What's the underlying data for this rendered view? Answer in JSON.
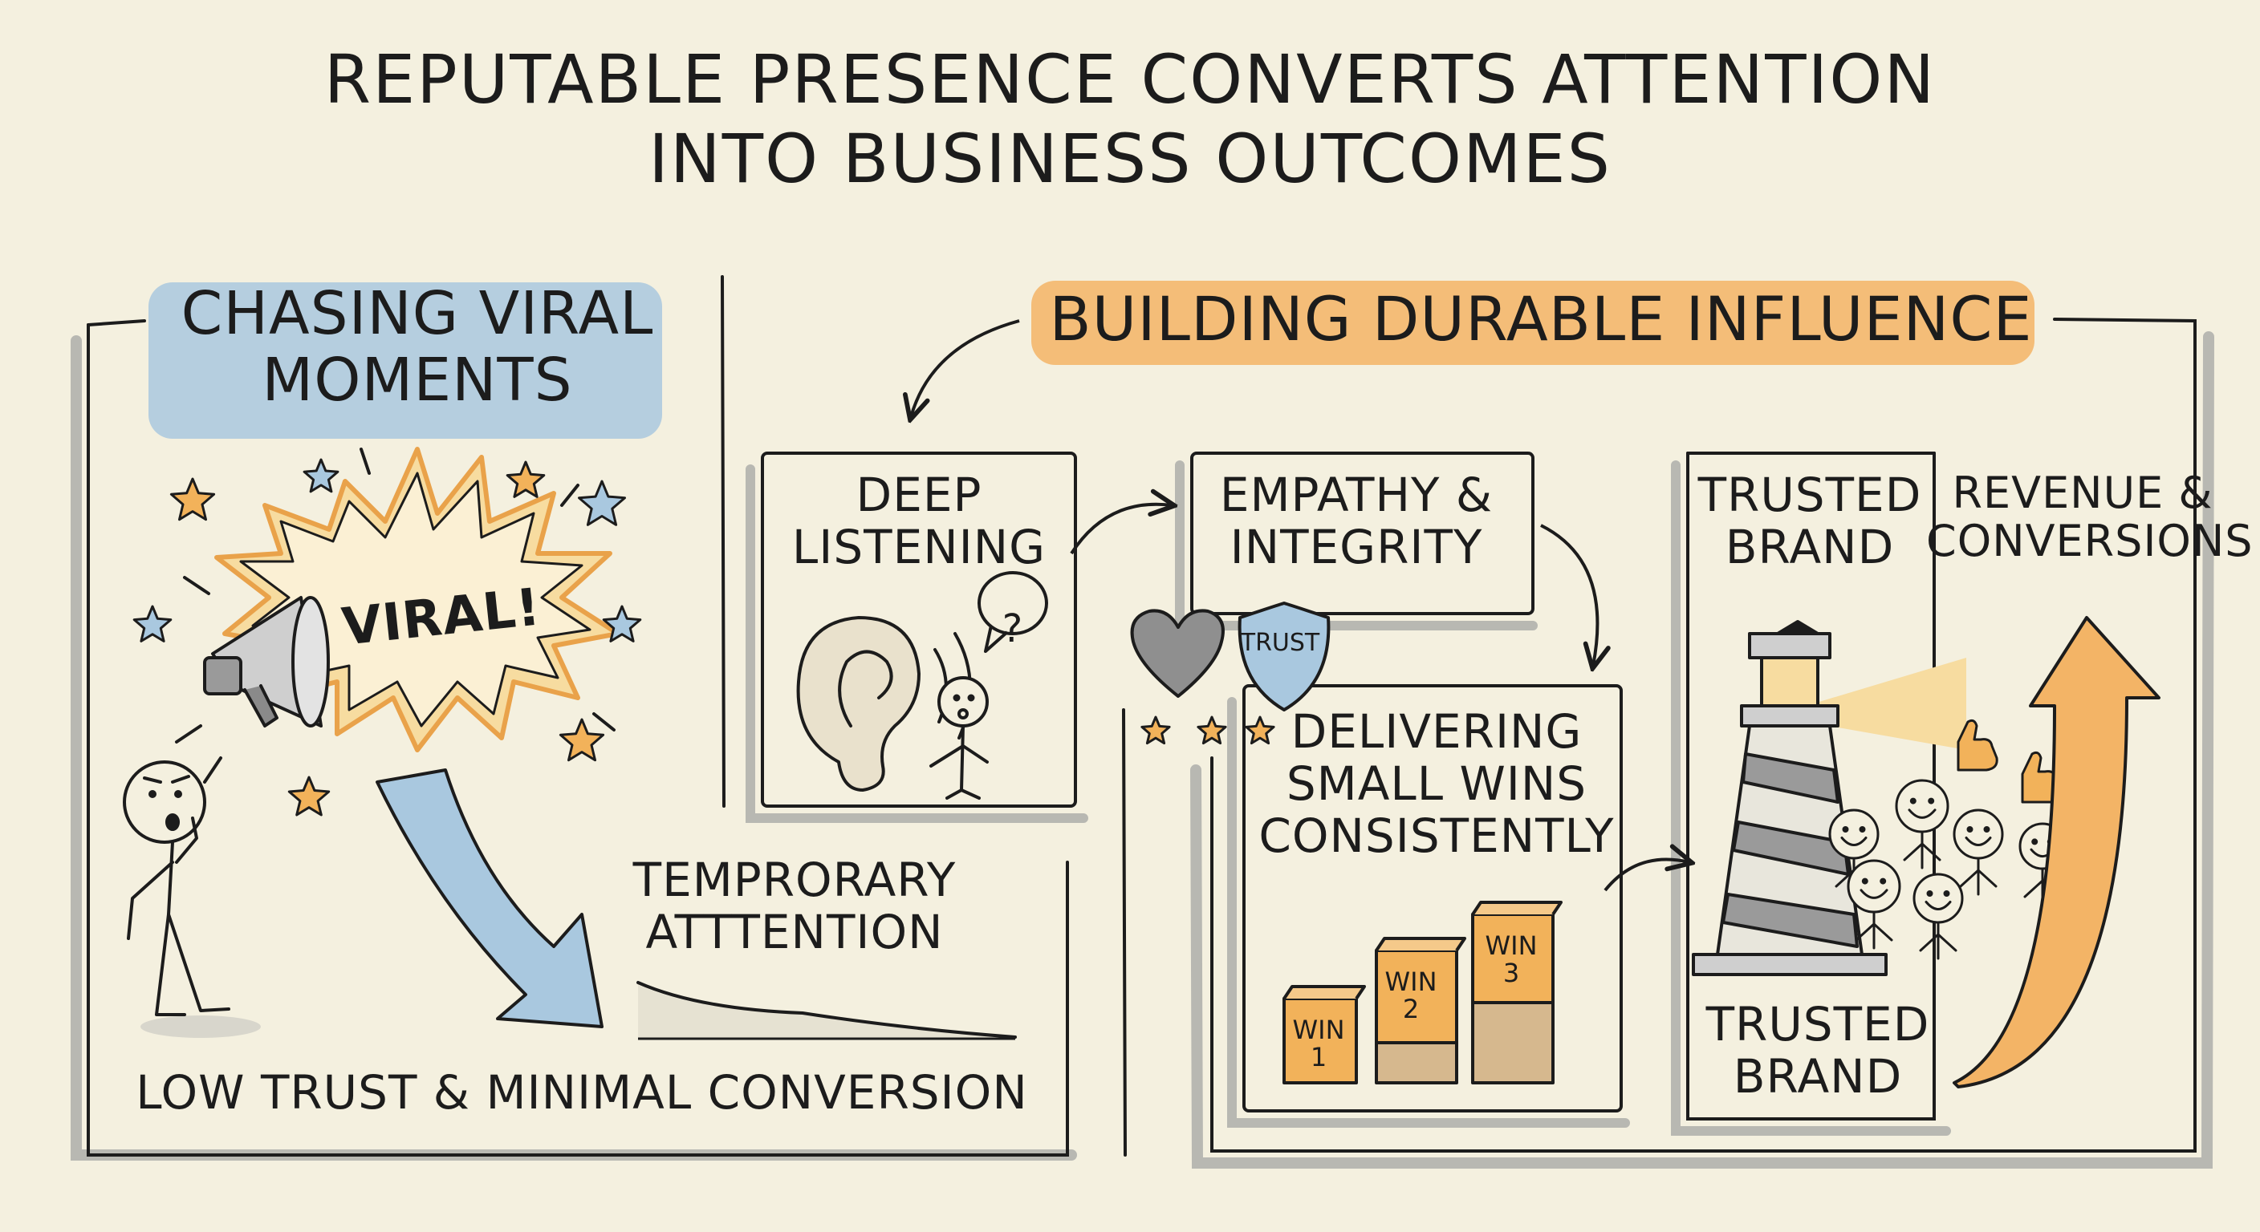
{
  "title": "REPUTABLE PRESENCE CONVERTS ATTENTION\nINTO BUSINESS OUTCOMES",
  "left_panel": {
    "heading": "CHASING VIRAL\nMOMENTS",
    "burst_text": "VIRAL!",
    "temporary_label": "TEMPRORARY\nATTTENTION",
    "bottom_label": "LOW TRUST & MINIMAL CONVERSION"
  },
  "right_panel": {
    "heading": "BUILDING DURABLE INFLUENCE",
    "listening": "DEEP\nLISTENING",
    "question_mark": "?",
    "empathy": "EMPATHY &\nINTEGRITY",
    "trust_badge": "TRUST",
    "delivering": "DELIVERING\nSMALL WINS\nCONSISTENTLY",
    "wins": [
      "WIN\n1",
      "WIN\n2",
      "WIN\n3"
    ],
    "trusted_brand_top": "TRUSTED\nBRAND",
    "trusted_brand_bottom": "TRUSTED\nBRAND",
    "revenue": "REVENUE &\nCONVERSIONS"
  },
  "colors": {
    "background": "#f4f0df",
    "ink": "#1c1c1c",
    "blue_highlight": "#a9c8df",
    "orange_highlight": "#f3b466",
    "box_orange": "#f2b25a",
    "box_tan": "#d6b88e",
    "shadow_gray": "#b8b8b2"
  },
  "icons": [
    "megaphone-icon",
    "star-icon",
    "ear-icon",
    "speech-bubble-icon",
    "heart-icon",
    "shield-icon",
    "lighthouse-icon",
    "thumbs-up-icon",
    "smiley-icon",
    "arrow-icon"
  ]
}
